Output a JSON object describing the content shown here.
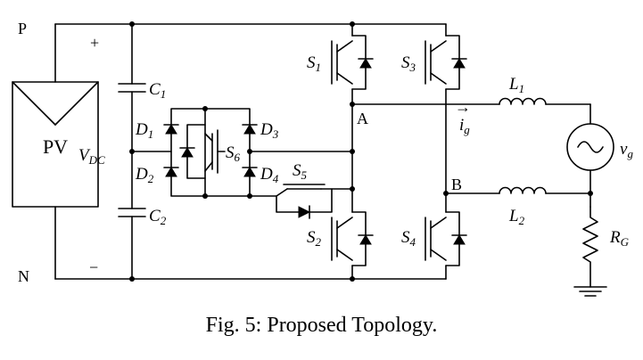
{
  "labels": {
    "P": "P",
    "N": "N",
    "plus": "+",
    "minus": "−",
    "pv": "PV",
    "vdc": "V",
    "vdc_sub": "DC",
    "c1": "C",
    "c1_sub": "1",
    "c2": "C",
    "c2_sub": "2",
    "d1": "D",
    "d1_sub": "1",
    "d2": "D",
    "d2_sub": "2",
    "d3": "D",
    "d3_sub": "3",
    "d4": "D",
    "d4_sub": "4",
    "s1": "S",
    "s1_sub": "1",
    "s2": "S",
    "s2_sub": "2",
    "s3": "S",
    "s3_sub": "3",
    "s4": "S",
    "s4_sub": "4",
    "s5": "S",
    "s5_sub": "5",
    "s6": "S",
    "s6_sub": "6",
    "node_a": "A",
    "node_b": "B",
    "l1": "L",
    "l1_sub": "1",
    "l2": "L",
    "l2_sub": "2",
    "ig": "i",
    "ig_sub": "g",
    "ig_arrow": "→",
    "vg": "v",
    "vg_sub": "g",
    "rg": "R",
    "rg_sub": "G"
  },
  "caption": "Fig. 5:  Proposed Topology."
}
